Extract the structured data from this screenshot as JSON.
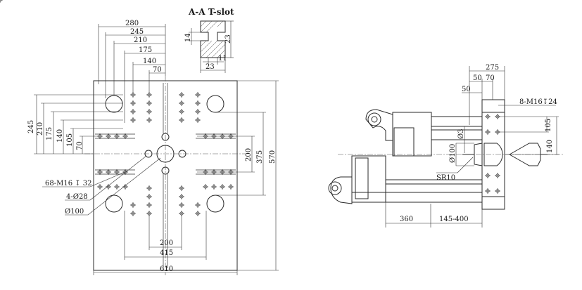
{
  "section_title": "A-A T-slot",
  "tslot": {
    "d_top": "23",
    "d_left": "14",
    "d_mid": "11",
    "d_bottom": "23"
  },
  "platen_top_dims": [
    "280",
    "245",
    "210",
    "175",
    "140",
    "70"
  ],
  "platen_left_dims": [
    "245",
    "210",
    "175",
    "140",
    "105",
    "70"
  ],
  "platen_right_dims": [
    "200",
    "375",
    "570"
  ],
  "platen_bottom_dims": [
    "200",
    "415",
    "610"
  ],
  "platen_callouts": [
    "68-M16 ↧ 32",
    "4-Ø28",
    "Ø100"
  ],
  "side_top_dims": [
    "275",
    "50",
    "70",
    "50"
  ],
  "side_right_dims": [
    "105",
    "140"
  ],
  "side_bottom_dims": [
    "360",
    "145-400"
  ],
  "side_callouts": [
    "8-M16↧24",
    "Ø3",
    "Ø100",
    "SR10"
  ],
  "colors": {
    "line": "#2a2a2a",
    "background": "#ffffff"
  }
}
